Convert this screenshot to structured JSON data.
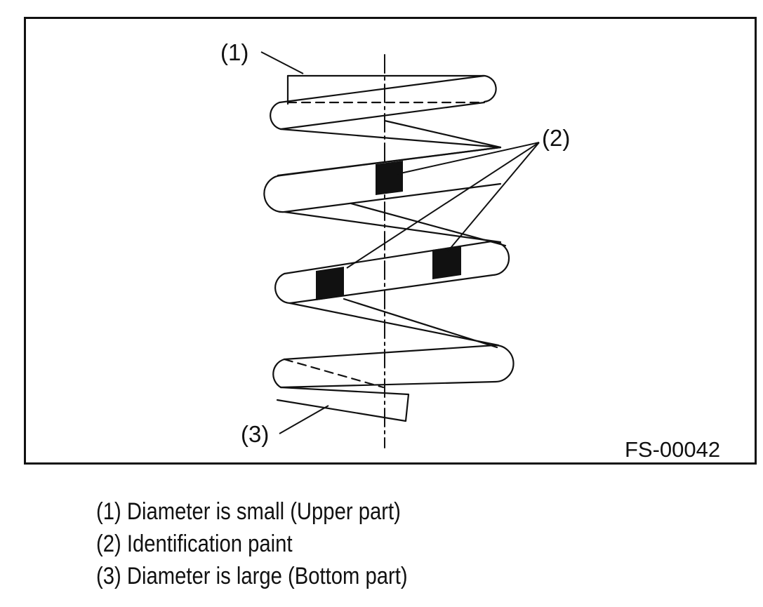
{
  "figure": {
    "callouts": [
      "(1)",
      "(2)",
      "(3)"
    ],
    "code": "FS-00042"
  },
  "legend": [
    "(1) Diameter is small (Upper part)",
    "(2) Identification paint",
    "(3) Diameter is large (Bottom part)"
  ]
}
